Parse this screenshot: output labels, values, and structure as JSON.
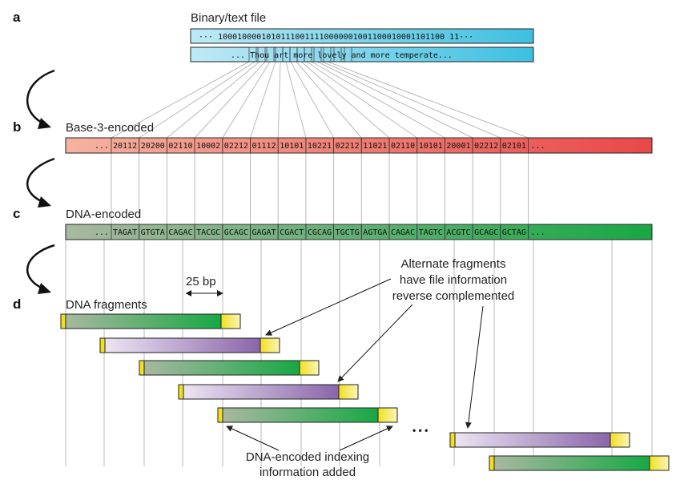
{
  "panels": {
    "a": {
      "letter": "a",
      "title": "Binary/text file",
      "binary": "··· 10001000010101110011110000001001100010001101100 11···",
      "text": "... Thou art more lovely and more temperate..."
    },
    "b": {
      "letter": "b",
      "title": "Base-3-encoded",
      "codes": [
        "...",
        "20112",
        "20200",
        "02110",
        "10002",
        "02212",
        "01112",
        "10101",
        "10221",
        "02212",
        "11021",
        "02110",
        "10101",
        "20001",
        "02212",
        "02101",
        "..."
      ]
    },
    "c": {
      "letter": "c",
      "title": "DNA-encoded",
      "codes": [
        "...",
        "TAGAT",
        "GTGTA",
        "CAGAC",
        "TACGC",
        "GCAGC",
        "GAGAT",
        "CGACT",
        "CGCAG",
        "TGCTG",
        "AGTGA",
        "CAGAC",
        "TAGTC",
        "ACGTC",
        "GCAGC",
        "GCTAG",
        "..."
      ]
    },
    "d": {
      "letter": "d",
      "title": "DNA fragments"
    }
  },
  "scale_label": "25 bp",
  "annotation_reverse": [
    "Alternate fragments",
    "have file information",
    "reverse complemented"
  ],
  "annotation_index": [
    "DNA-encoded indexing",
    "information added"
  ],
  "ellipsis": "• • •",
  "colors": {
    "cyan": "#40c0e0",
    "red": "#e84848",
    "green": "#20a848",
    "purple": "#9070b0",
    "yellow": "#f0e030"
  }
}
